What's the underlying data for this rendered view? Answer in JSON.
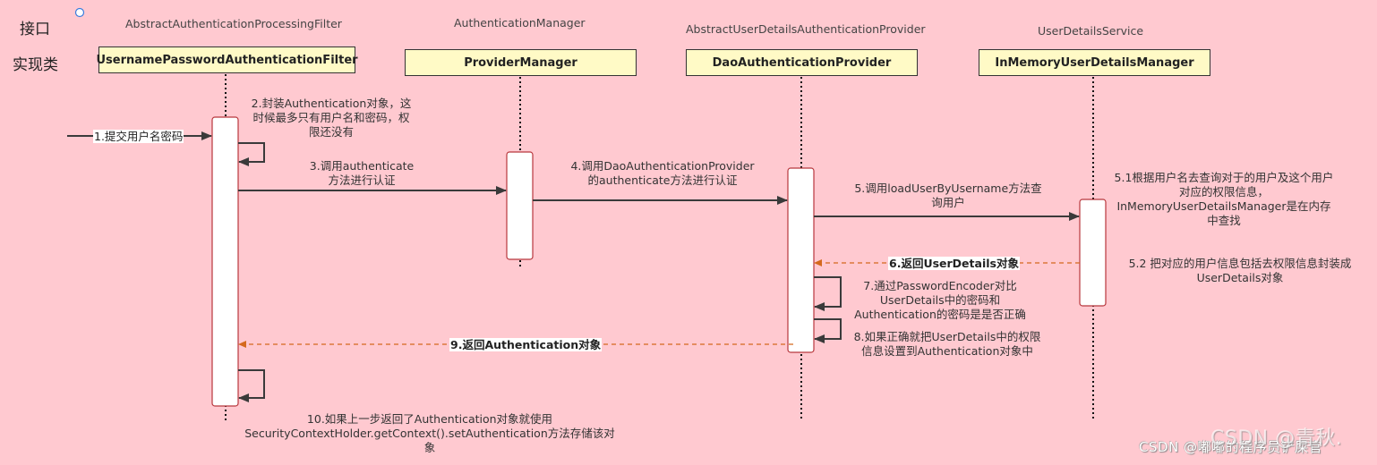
{
  "row_labels": {
    "interface": "接口",
    "implementation": "实现类"
  },
  "participants": [
    {
      "id": "filter",
      "interface": "AbstractAuthenticationProcessingFilter",
      "impl": "UsernamePasswordAuthenticationFilter"
    },
    {
      "id": "manager",
      "interface": "AuthenticationManager",
      "impl": "ProviderManager"
    },
    {
      "id": "provider",
      "interface": "AbstractUserDetailsAuthenticationProvider",
      "impl": "DaoAuthenticationProvider"
    },
    {
      "id": "uds",
      "interface": "UserDetailsService",
      "impl": "InMemoryUserDetailsManager"
    }
  ],
  "messages": {
    "m1": "1.提交用户名密码",
    "m2": "2.封装Authentication对象，这\n时候最多只有用户名和密码，权\n限还没有",
    "m3": "3.调用authenticate\n方法进行认证",
    "m4": "4.调用DaoAuthenticationProvider\n的authenticate方法进行认证",
    "m5": "5.调用loadUserByUsername方法查\n询用户",
    "m5_1": "5.1根据用户名去查询对于的用户及这个用户\n对应的权限信息，\nInMemoryUserDetailsManager是在内存\n中查找",
    "m5_2": "5.2 把对应的用户信息包括去权限信息封装成\nUserDetails对象",
    "m6": "6.返回UserDetails对象",
    "m7": "7.通过PasswordEncoder对比\nUserDetails中的密码和\nAuthentication的密码是是否正确",
    "m8": "8.如果正确就把UserDetails中的权限\n信息设置到Authentication对象中",
    "m9": "9.返回Authentication对象",
    "m10": "10.如果上一步返回了Authentication对象就使用\nSecurityContextHolder.getContext().setAuthentication方法存储该对\n象"
  },
  "colors": {
    "background": "#ffc9d0",
    "participant_fill": "#fffac6",
    "activation_border": "#b8373d",
    "sync_arrow": "#3a3a3a",
    "return_arrow": "#d4691d"
  },
  "watermark": {
    "primary": "CSDN @嘟嘟的程序员铲屎官",
    "overlay": "CSDN @青秋."
  }
}
